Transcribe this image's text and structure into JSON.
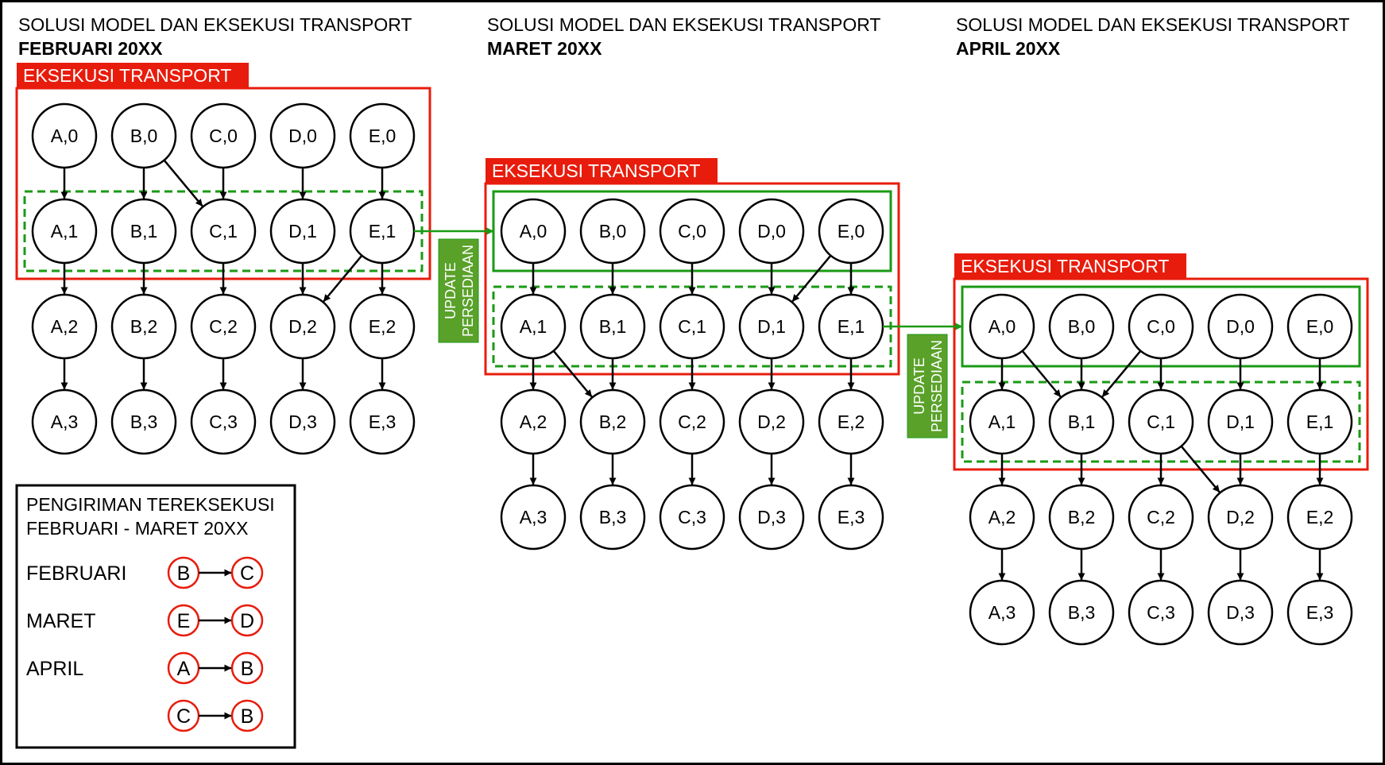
{
  "colors": {
    "red": "#e81c0c",
    "green": "#1a9a14",
    "update_fill": "#5aa12a",
    "black": "#000000"
  },
  "panels": [
    {
      "title_line1": "SOLUSI MODEL DAN EKSEKUSI TRANSPORT",
      "title_line2": "FEBRUARI 20XX",
      "exec_label": "EKSEKUSI TRANSPORT",
      "cross_edges": [
        {
          "from": "B,0",
          "to": "C,1"
        },
        {
          "from": "E,1",
          "to": "D,2"
        }
      ]
    },
    {
      "title_line1": "SOLUSI MODEL DAN EKSEKUSI TRANSPORT",
      "title_line2": "MARET 20XX",
      "exec_label": "EKSEKUSI TRANSPORT",
      "cross_edges": [
        {
          "from": "E,0",
          "to": "D,1"
        },
        {
          "from": "A,1",
          "to": "B,2"
        }
      ]
    },
    {
      "title_line1": "SOLUSI MODEL DAN EKSEKUSI TRANSPORT",
      "title_line2": "APRIL 20XX",
      "exec_label": "EKSEKUSI TRANSPORT",
      "cross_edges": [
        {
          "from": "A,0",
          "to": "B,1"
        },
        {
          "from": "C,0",
          "to": "B,1"
        },
        {
          "from": "C,1",
          "to": "D,2"
        }
      ]
    }
  ],
  "node_labels": [
    [
      "A,0",
      "B,0",
      "C,0",
      "D,0",
      "E,0"
    ],
    [
      "A,1",
      "B,1",
      "C,1",
      "D,1",
      "E,1"
    ],
    [
      "A,2",
      "B,2",
      "C,2",
      "D,2",
      "E,2"
    ],
    [
      "A,3",
      "B,3",
      "C,3",
      "D,3",
      "E,3"
    ]
  ],
  "update_labels": [
    {
      "line1": "UPDATE",
      "line2": "PERSEDIAAN"
    },
    {
      "line1": "UPDATE",
      "line2": "PERSEDIAAN"
    }
  ],
  "legend": {
    "title_line1": "PENGIRIMAN TEREKSEKUSI",
    "title_line2": "FEBRUARI - MARET 20XX",
    "rows": [
      {
        "label": "FEBRUARI",
        "from": "B",
        "to": "C"
      },
      {
        "label": "MARET",
        "from": "E",
        "to": "D"
      },
      {
        "label": "APRIL",
        "from": "A",
        "to": "B"
      },
      {
        "label": "",
        "from": "C",
        "to": "B"
      }
    ]
  }
}
